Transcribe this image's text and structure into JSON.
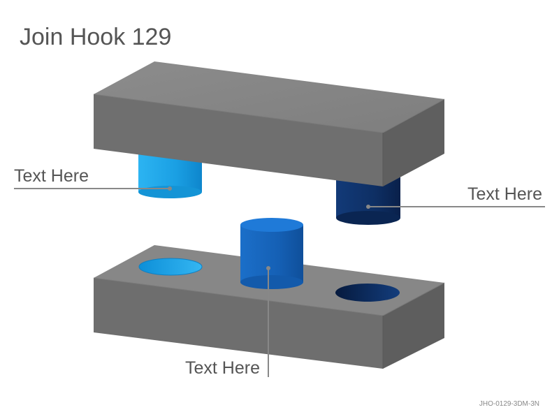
{
  "title": "Join Hook 129",
  "labels": {
    "left": "Text Here",
    "right": "Text Here",
    "bottom": "Text Here"
  },
  "code": "JHO-0129-3DM-3N",
  "colors": {
    "block_top": "#888888",
    "block_front": "#6e6e6e",
    "block_side": "#5e5e5e",
    "peg_light_blue": "#1aa3e8",
    "peg_mid_blue": "#1565c0",
    "peg_dark_blue": "#0d2d5e",
    "leader_line": "#888888",
    "text": "#555555"
  }
}
